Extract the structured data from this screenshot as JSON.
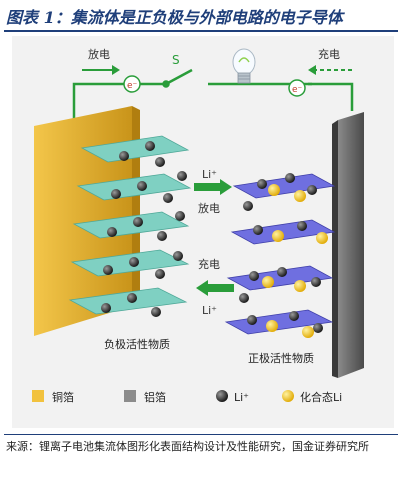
{
  "title": "图表 1：集流体是正负极与外部电路的电子导体",
  "diagram": {
    "discharge_label": "放电",
    "charge_label": "充电",
    "switch_label": "S",
    "electron_label": "e⁻",
    "lithium_ion_label": "Li⁺",
    "middle_discharge_label": "放电",
    "middle_charge_label": "充电",
    "negative_material_label": "负极活性物质",
    "positive_material_label": "正极活性物质"
  },
  "legend": {
    "items": [
      {
        "label": "铜箔",
        "color": "#f2c23e"
      },
      {
        "label": "铝箔",
        "color": "#8c8c8c"
      },
      {
        "label": "Li⁺",
        "color": "#222222"
      },
      {
        "label": "化合态Li",
        "color": "#f0b800"
      }
    ]
  },
  "colors": {
    "copper_foil": "#e6b325",
    "aluminum_foil": "#6e6e6e",
    "anode_layers": "#7fd0c2",
    "cathode_layers": "#6f6fe0",
    "circuit": "#2a9d3a",
    "title": "#1f3f7a"
  },
  "source": "来源：锂离子电池集流体图形化表面结构设计及性能研究，国金证券研究所"
}
